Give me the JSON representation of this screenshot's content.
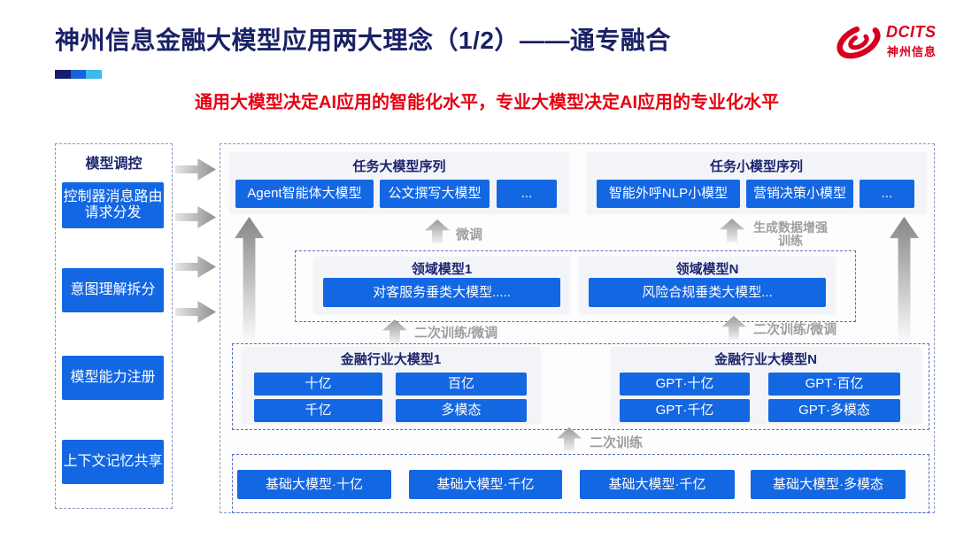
{
  "slide": {
    "title": "神州信息金融大模型应用两大理念（1/2）——通专融合",
    "subtitle": "通用大模型决定AI应用的智能化水平，专业大模型决定AI应用的专业化水平"
  },
  "logo": {
    "name": "DCITS",
    "name_cn": "神州信息"
  },
  "colors": {
    "accent_blue": "#1467e2",
    "title_navy": "#1a2166",
    "brand_red": "#d5001f",
    "subtitle_red": "#e60012",
    "label_gray": "#9e9e9e"
  },
  "sidebar": {
    "title": "模型调控",
    "items": [
      "控制器消息路由请求分发",
      "意图理解拆分",
      "模型能力注册",
      "上下文记忆共享"
    ]
  },
  "task_large": {
    "title": "任务大模型序列",
    "items": [
      "Agent智能体大模型",
      "公文撰写大模型",
      "..."
    ]
  },
  "task_small": {
    "title": "任务小模型序列",
    "items": [
      "智能外呼NLP小模型",
      "营销决策小模型",
      "..."
    ]
  },
  "domain1": {
    "title": "领域模型1",
    "item": "对客服务垂类大模型....."
  },
  "domainN": {
    "title": "领域模型N",
    "item": "风险合规垂类大模型..."
  },
  "industry1": {
    "title": "金融行业大模型1",
    "items": [
      "十亿",
      "百亿",
      "千亿",
      "多模态"
    ]
  },
  "industryN": {
    "title": "金融行业大模型N",
    "items": [
      "GPT·十亿",
      "GPT·百亿",
      "GPT·千亿",
      "GPT·多模态"
    ]
  },
  "base_models": {
    "items": [
      "基础大模型·十亿",
      "基础大模型·千亿",
      "基础大模型·千亿",
      "基础大模型·多模态"
    ]
  },
  "flow_labels": {
    "finetune": "微调",
    "gen_data_training": "生成数据增强训练",
    "second_training_finetune_left": "二次训练/微调",
    "second_training_finetune_right": "二次训练/微调",
    "second_training": "二次训练"
  }
}
